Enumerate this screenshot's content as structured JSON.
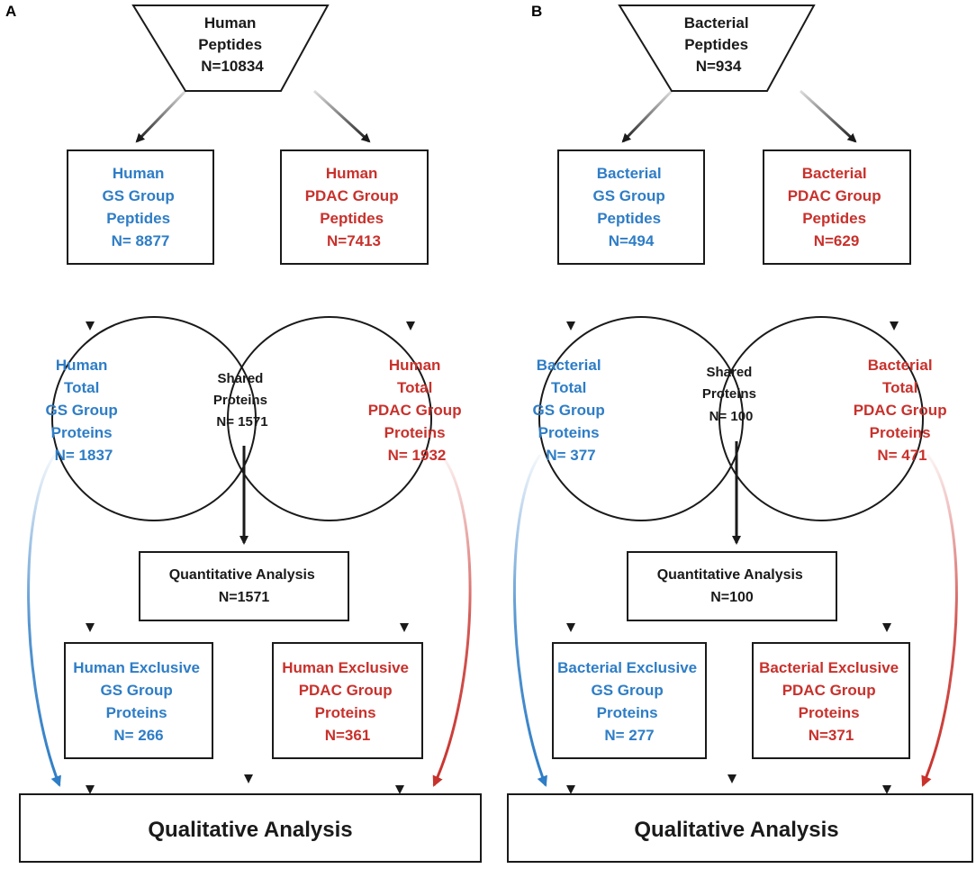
{
  "colors": {
    "blue": "#2e7dc6",
    "red": "#c8312c",
    "black": "#1a1a1a"
  },
  "panels": [
    {
      "letter": "A",
      "top": [
        "Human",
        "Peptides",
        "N=10834"
      ],
      "left_box": [
        "Human",
        "GS Group",
        "Peptides",
        "N= 8877"
      ],
      "right_box": [
        "Human",
        "PDAC  Group",
        "Peptides",
        "N=7413"
      ],
      "venn_left": [
        "Human",
        "Total",
        "GS Group",
        "Proteins",
        "N= 1837"
      ],
      "venn_shared": [
        "Shared",
        "Proteins",
        "N= 1571"
      ],
      "venn_right": [
        "Human",
        "Total",
        "PDAC Group",
        "Proteins",
        "N= 1932"
      ],
      "quant": [
        "Quantitative Analysis",
        "N=1571"
      ],
      "excl_left": [
        "Human Exclusive",
        "GS Group",
        "Proteins",
        "N= 266"
      ],
      "excl_right": [
        "Human Exclusive",
        "PDAC  Group",
        "Proteins",
        "N=361"
      ],
      "bottom": "Qualitative  Analysis"
    },
    {
      "letter": "B",
      "top": [
        "Bacterial",
        "Peptides",
        "N=934"
      ],
      "left_box": [
        "Bacterial",
        "GS Group",
        "Peptides",
        "N=494"
      ],
      "right_box": [
        "Bacterial",
        "PDAC  Group",
        "Peptides",
        "N=629"
      ],
      "venn_left": [
        "Bacterial",
        "Total",
        "GS Group",
        "Proteins",
        "N= 377"
      ],
      "venn_shared": [
        "Shared",
        "Proteins",
        "N= 100"
      ],
      "venn_right": [
        "Bacterial",
        "Total",
        "PDAC Group",
        "Proteins",
        "N= 471"
      ],
      "quant": [
        "Quantitative Analysis",
        "N=100"
      ],
      "excl_left": [
        "Bacterial Exclusive",
        "GS Group",
        "Proteins",
        "N= 277"
      ],
      "excl_right": [
        "Bacterial Exclusive",
        "PDAC Group",
        "Proteins",
        "N=371"
      ],
      "bottom": "Qualitative  Analysis"
    }
  ]
}
